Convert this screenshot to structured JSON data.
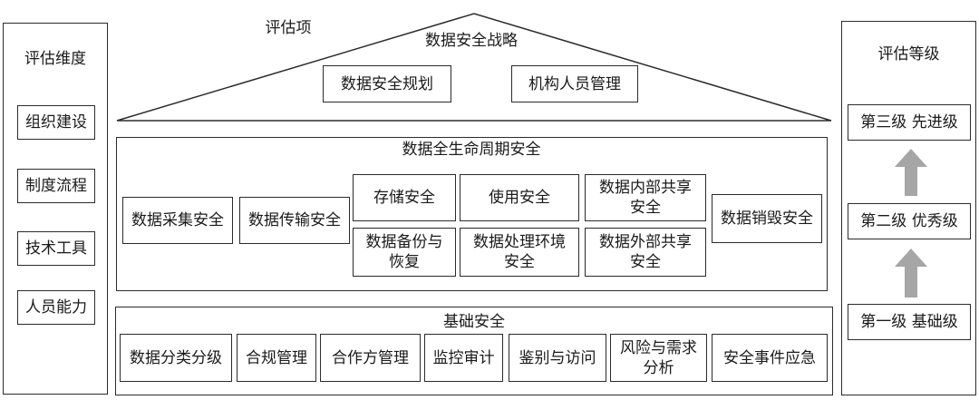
{
  "left_panel": {
    "title": "评估维度",
    "items": [
      "组织建设",
      "制度流程",
      "技术工具",
      "人员能力"
    ]
  },
  "roof": {
    "label": "评估项",
    "title": "数据安全战略",
    "items": [
      "数据安全规划",
      "机构人员管理"
    ]
  },
  "lifecycle": {
    "title": "数据全生命周期安全",
    "collect": "数据采集安全",
    "transmit": "数据传输安全",
    "storage": "存储安全",
    "usage": "使用安全",
    "internal_share": "数据内部共享\n安全",
    "backup": "数据备份与\n恢复",
    "processing": "数据处理环境\n安全",
    "external_share": "数据外部共享\n安全",
    "destroy": "数据销毁安全"
  },
  "foundation": {
    "title": "基础安全",
    "items": [
      "数据分类分级",
      "合规管理",
      "合作方管理",
      "监控审计",
      "鉴别与访问",
      "风险与需求\n分析",
      "安全事件应急"
    ]
  },
  "right_panel": {
    "title": "评估等级",
    "levels": [
      "第三级  先进级",
      "第二级  优秀级",
      "第一级  基础级"
    ]
  },
  "colors": {
    "arrow": "#a6a6a6",
    "border": "#2b2b2b"
  }
}
